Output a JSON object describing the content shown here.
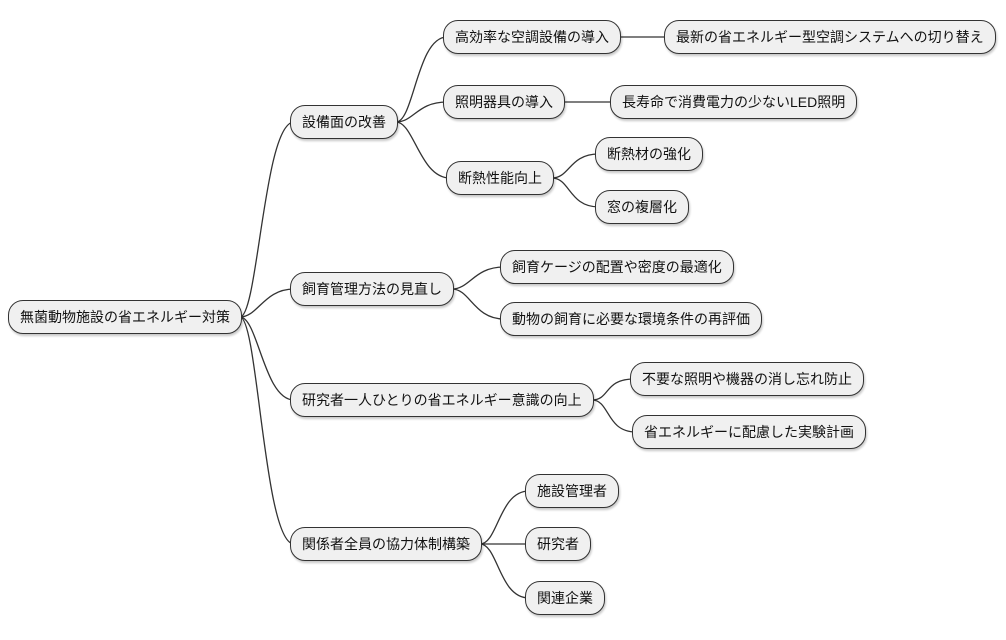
{
  "diagram": {
    "type": "mindmap",
    "background_color": "#ffffff",
    "node_fill_color": "#f0f0f0",
    "node_border_color": "#333333",
    "edge_color": "#333333",
    "text_color": "#111111",
    "root": {
      "id": "root",
      "label": "無菌動物施設の省エネルギー対策",
      "children": [
        {
          "id": "equipment",
          "label": "設備面の改善",
          "children": [
            {
              "id": "hvac",
              "label": "高効率な空調設備の導入",
              "children": [
                {
                  "id": "hvac-switch",
                  "label": "最新の省エネルギー型空調システムへの切り替え",
                  "children": []
                }
              ]
            },
            {
              "id": "lighting",
              "label": "照明器具の導入",
              "children": [
                {
                  "id": "led",
                  "label": "長寿命で消費電力の少ないLED照明",
                  "children": []
                }
              ]
            },
            {
              "id": "insulation",
              "label": "断熱性能向上",
              "children": [
                {
                  "id": "insulation-material",
                  "label": "断熱材の強化",
                  "children": []
                },
                {
                  "id": "window",
                  "label": "窓の複層化",
                  "children": []
                }
              ]
            }
          ]
        },
        {
          "id": "housing",
          "label": "飼育管理方法の見直し",
          "children": [
            {
              "id": "cage",
              "label": "飼育ケージの配置や密度の最適化",
              "children": []
            },
            {
              "id": "environment",
              "label": "動物の飼育に必要な環境条件の再評価",
              "children": []
            }
          ]
        },
        {
          "id": "awareness",
          "label": "研究者一人ひとりの省エネルギー意識の向上",
          "children": [
            {
              "id": "turn-off",
              "label": "不要な照明や機器の消し忘れ防止",
              "children": []
            },
            {
              "id": "planning",
              "label": "省エネルギーに配慮した実験計画",
              "children": []
            }
          ]
        },
        {
          "id": "cooperation",
          "label": "関係者全員の協力体制構築",
          "children": [
            {
              "id": "facility-manager",
              "label": "施設管理者",
              "children": []
            },
            {
              "id": "researcher",
              "label": "研究者",
              "children": []
            },
            {
              "id": "company",
              "label": "関連企業",
              "children": []
            }
          ]
        }
      ]
    }
  }
}
